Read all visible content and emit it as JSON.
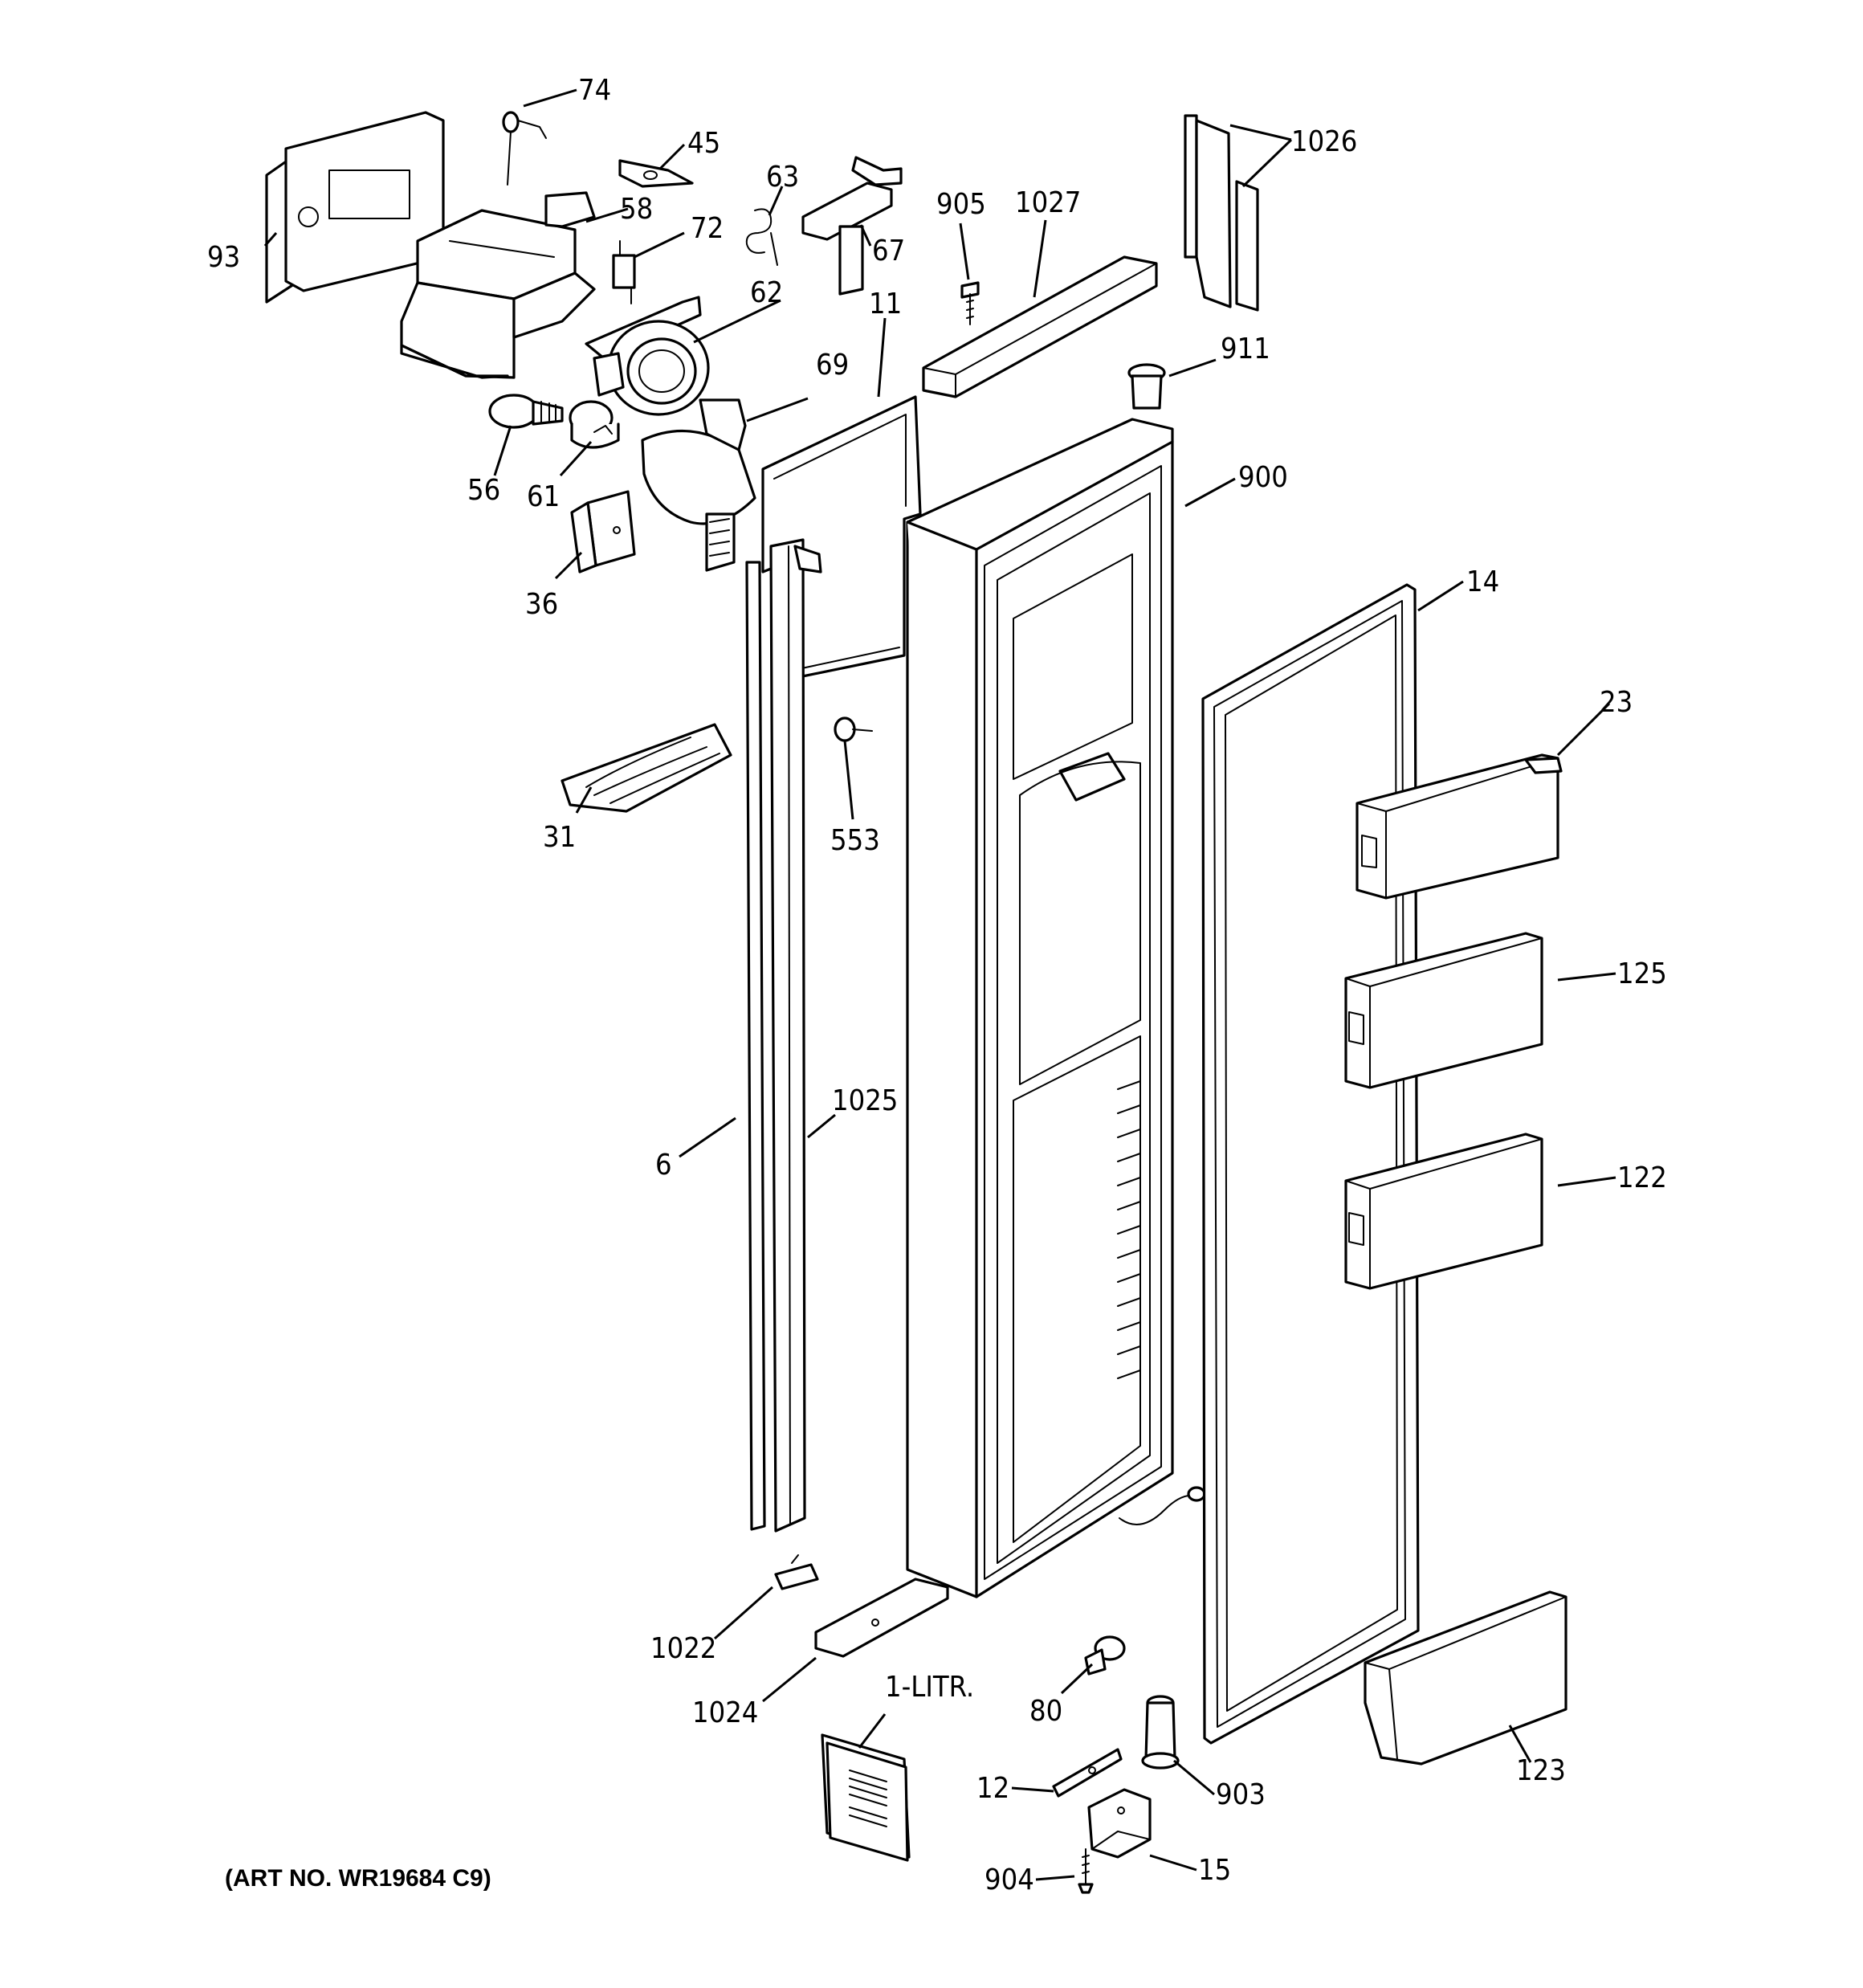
{
  "diagram": {
    "art_number": "(ART NO. WR19684 C9)",
    "callouts": [
      "74",
      "45",
      "63",
      "905",
      "1027",
      "1026",
      "58",
      "72",
      "67",
      "93",
      "62",
      "11",
      "911",
      "69",
      "900",
      "56",
      "61",
      "36",
      "14",
      "23",
      "553",
      "31",
      "125",
      "1025",
      "6",
      "122",
      "1022",
      "1024",
      "1-LITR.",
      "80",
      "12",
      "903",
      "123",
      "904",
      "15"
    ]
  }
}
